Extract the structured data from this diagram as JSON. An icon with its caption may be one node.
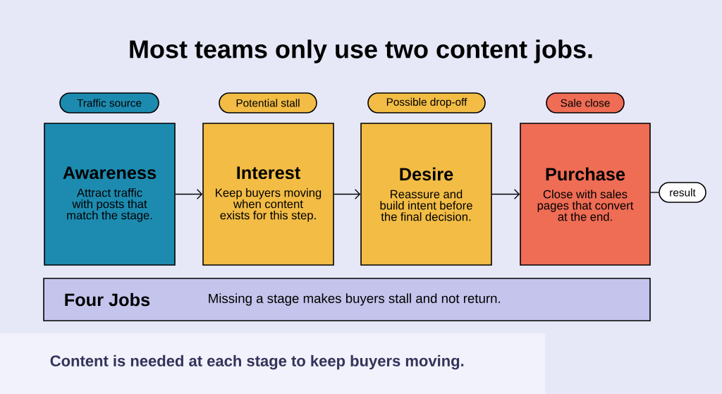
{
  "diagram": {
    "title": "Most teams only use two content jobs.",
    "caption": "Content is needed at each stage to keep buyers moving.",
    "nodes": [
      {
        "text": [
          "Traffic source"
        ]
      },
      {
        "text": [
          "Potential stall"
        ]
      },
      {
        "text": [
          "Possible drop-off"
        ]
      },
      {
        "text": [
          "Sale close"
        ]
      },
      {
        "text": [
          "Awareness",
          "Attract traffic with posts that match the stage."
        ]
      },
      {
        "text": [
          "Interest",
          "Keep buyers moving when content exists for this step."
        ]
      },
      {
        "text": [
          "Desire",
          "Reassure and build intent before the final decision."
        ]
      },
      {
        "text": [
          "Purchase",
          "Close with sales pages that convert at the end."
        ]
      },
      {
        "text": [
          "result"
        ]
      },
      {
        "text": [
          "Four Jobs",
          "Missing a stage makes buyers stall and not return."
        ]
      }
    ],
    "edges": [
      {
        "from": 4,
        "to": 5,
        "arrow": "to"
      },
      {
        "from": 5,
        "to": 6,
        "arrow": "to"
      },
      {
        "from": 6,
        "to": 7,
        "arrow": "to"
      },
      {
        "from": 7,
        "to": 8,
        "arrow": "none"
      }
    ]
  }
}
